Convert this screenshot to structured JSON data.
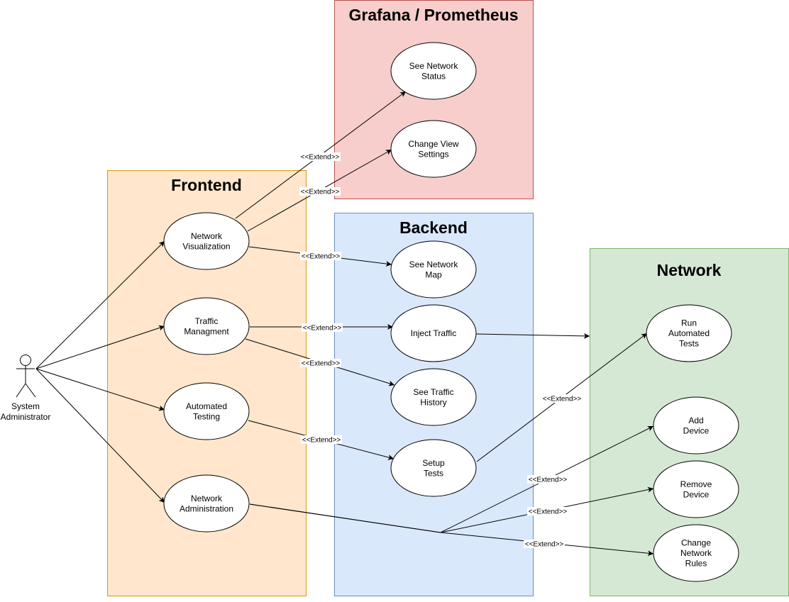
{
  "colors": {
    "grafana_fill": "#f8cecc",
    "grafana_stroke": "#b85450",
    "frontend_fill": "#ffe6cc",
    "frontend_stroke": "#d79b00",
    "backend_fill": "#dae8fc",
    "backend_stroke": "#6c8ebf",
    "network_fill": "#d5e8d4",
    "network_stroke": "#82b366"
  },
  "boundaries": {
    "grafana": "Grafana / Prometheus",
    "frontend": "Frontend",
    "backend": "Backend",
    "network": "Network"
  },
  "actor": {
    "name": [
      "System",
      "Administrator"
    ]
  },
  "use_cases": {
    "network_visualization": [
      "Network",
      "Visualization"
    ],
    "traffic_management": [
      "Traffic",
      "Managment"
    ],
    "automated_testing": [
      "Automated",
      "Testing"
    ],
    "network_administration": [
      "Network",
      "Administration"
    ],
    "see_network_status": [
      "See Network",
      "Status"
    ],
    "change_view_settings": [
      "Change View",
      "Settings"
    ],
    "see_network_map": [
      "See Network",
      "Map"
    ],
    "inject_traffic": [
      "Inject Traffic"
    ],
    "see_traffic_history": [
      "See Traffic",
      "History"
    ],
    "setup_tests": [
      "Setup",
      "Tests"
    ],
    "run_automated_tests": [
      "Run",
      "Automated",
      "Tests"
    ],
    "add_device": [
      "Add",
      "Device"
    ],
    "remove_device": [
      "Remove",
      "Device"
    ],
    "change_network_rules": [
      "Change",
      "Network",
      "Rules"
    ]
  },
  "relation_label": "<<Extend>>"
}
